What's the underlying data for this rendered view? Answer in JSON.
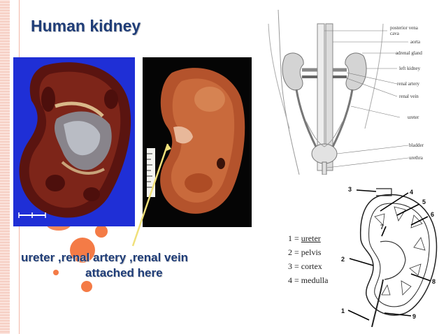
{
  "title": "Human kidney",
  "caption": {
    "line1": "ureter ,renal artery ,renal vein",
    "line2": "attached here"
  },
  "diagram_labels": {
    "ivc": "posterior vena cava",
    "ivc_line1": "posterior vena",
    "ivc_line2": "cava",
    "aorta": "aorta",
    "adrenal": "adrenal gland",
    "left_kidney": "left kidney",
    "renal_artery": "renal artery",
    "renal_vein": "renal vein",
    "ureter": "ureter",
    "bladder": "bladder",
    "urethra": "urethra"
  },
  "section_numbers": [
    "1",
    "2",
    "3",
    "4",
    "5",
    "6",
    "7",
    "8",
    "9"
  ],
  "legend": [
    {
      "num": "1",
      "text": "ureter"
    },
    {
      "num": "2",
      "text": "pelvis"
    },
    {
      "num": "3",
      "text": "cortex"
    },
    {
      "num": "4",
      "text": "medulla"
    }
  ],
  "colors": {
    "title": "#1f3d78",
    "accent": "#f47b46",
    "photo_bg": "#1f2fd6"
  }
}
